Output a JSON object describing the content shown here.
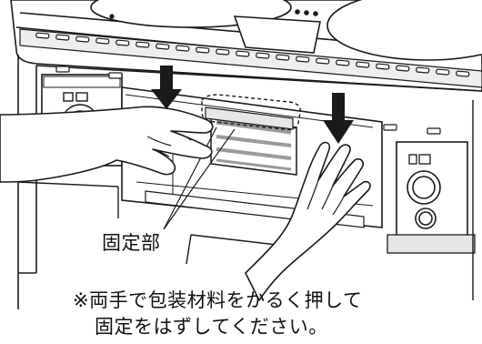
{
  "labels": {
    "fixing_part": "固定部"
  },
  "caption": {
    "line1": "※両手で包装材料をかるく押して",
    "line2": "固定をはずしてください。"
  },
  "colors": {
    "line": "#1a1a1a",
    "panel_gray": "#9a9a9a",
    "light_gray": "#e6e6e6",
    "arrow": "#1a1a1a",
    "background": "#ffffff"
  },
  "icons": {
    "arrows": "down-arrow-icon",
    "hands": "hand-icon"
  }
}
